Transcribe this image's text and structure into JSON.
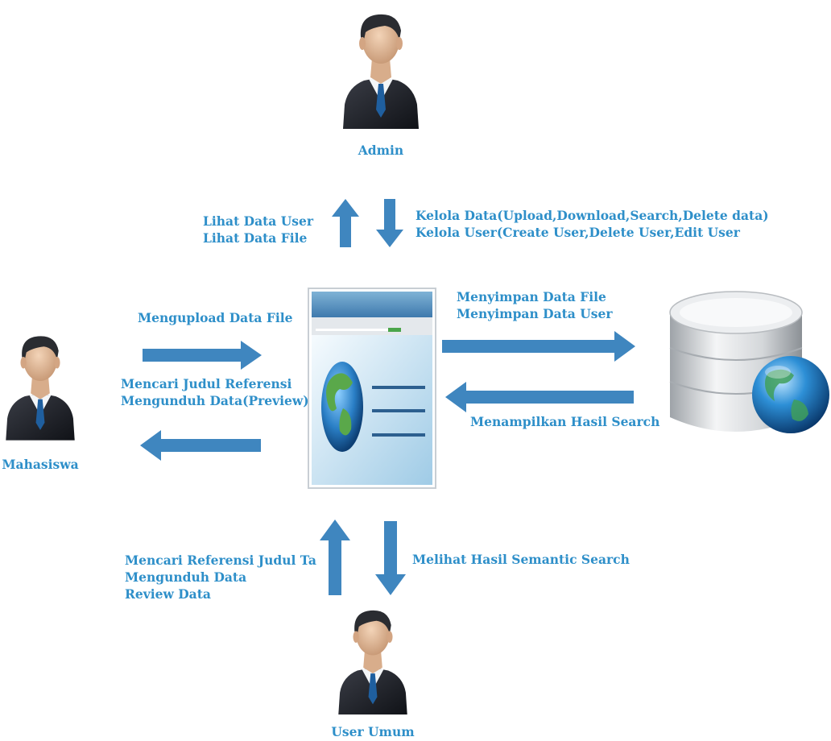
{
  "actors": {
    "admin": "Admin",
    "mahasiswa": "Mahasiswa",
    "user_umum": "User Umum"
  },
  "flows": {
    "admin_up": [
      "Lihat Data User",
      "Lihat Data File"
    ],
    "admin_down": [
      "Kelola Data(Upload,Download,Search,Delete data)",
      "Kelola User(Create User,Delete User,Edit User"
    ],
    "mahasiswa_in": "Mengupload Data File",
    "mahasiswa_out": [
      "Mencari Judul Referensi",
      "Mengunduh Data(Preview)"
    ],
    "server_to_db": [
      "Menyimpan Data File",
      "Menyimpan Data User"
    ],
    "db_to_server": "Menampilkan Hasil Search",
    "user_umum_up": [
      "Mencari Referensi Judul Ta",
      "Mengunduh Data",
      "Review Data"
    ],
    "user_umum_down": "Melihat Hasil Semantic Search"
  },
  "colors": {
    "label": "#2e8fc9",
    "arrow": "#3f86bf",
    "suit": "#1d1f26",
    "tie": "#1f5f9f"
  },
  "icons": {
    "person": "businessman-icon",
    "app": "web-application-icon",
    "database": "database-globe-icon"
  }
}
